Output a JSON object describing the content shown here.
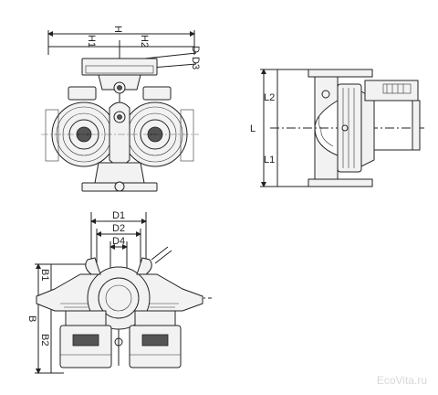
{
  "labels": {
    "H": "H",
    "H1": "H1",
    "H2": "H2",
    "D": "D",
    "D3": "D3",
    "L": "L",
    "L1": "L1",
    "L2": "L2",
    "D1": "D1",
    "D2": "D2",
    "D4": "D4",
    "B": "B",
    "B1": "B1",
    "B2": "B2"
  },
  "watermark": "EcoVita.ru"
}
